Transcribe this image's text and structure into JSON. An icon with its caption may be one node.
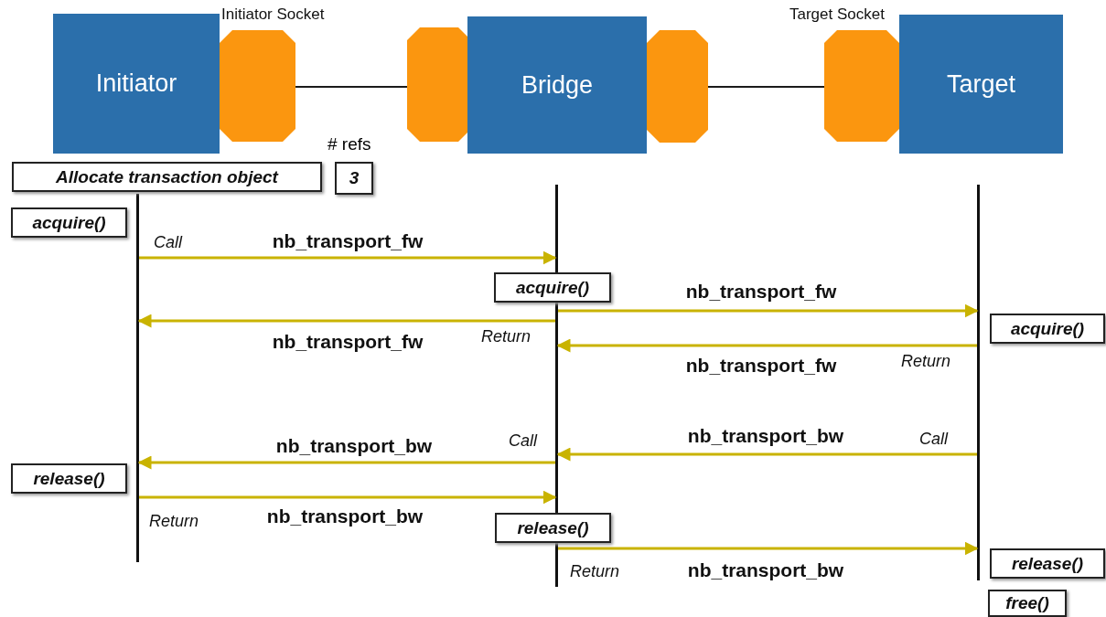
{
  "diagram": {
    "nodes": [
      {
        "text": [
          "Initiator"
        ]
      },
      {
        "text": [
          "Initiator Socket"
        ]
      },
      {
        "text": [],
        "shape": "octagon"
      },
      {
        "text": [
          "Bridge"
        ]
      },
      {
        "text": [],
        "shape": "octagon"
      },
      {
        "text": [
          "Target Socket"
        ]
      },
      {
        "text": [
          "Target"
        ]
      },
      {
        "text": [
          "Allocate transaction object"
        ]
      },
      {
        "text": [
          "3"
        ],
        "beside": [
          "# refs"
        ]
      },
      {
        "text": [],
        "shape": "bar"
      },
      {
        "text": [],
        "shape": "bar"
      },
      {
        "text": [],
        "shape": "bar"
      },
      {
        "text": [
          "acquire()"
        ]
      },
      {
        "text": [
          "acquire()"
        ]
      },
      {
        "text": [
          "acquire()"
        ]
      },
      {
        "text": [
          "release()"
        ]
      },
      {
        "text": [
          "release()"
        ]
      },
      {
        "text": [
          "release()"
        ]
      },
      {
        "text": [
          "free()"
        ]
      }
    ],
    "edges": [
      {
        "from": 1,
        "to": 2,
        "arrow": "none",
        "color": "#1a1a1a"
      },
      {
        "from": 4,
        "to": 5,
        "arrow": "none",
        "color": "#1a1a1a"
      },
      {
        "from": 9,
        "to": 10,
        "arrow": "to",
        "label": "nb_transport_fw"
      },
      {
        "from": 10,
        "to": 11,
        "arrow": "to",
        "label": "nb_transport_fw"
      },
      {
        "from": 10,
        "to": 9,
        "arrow": "to",
        "label": "nb_transport_fw"
      },
      {
        "from": 11,
        "to": 10,
        "arrow": "to",
        "label": "nb_transport_fw"
      },
      {
        "from": 11,
        "to": 10,
        "arrow": "to",
        "label": "nb_transport_bw"
      },
      {
        "from": 10,
        "to": 9,
        "arrow": "to",
        "label": "nb_transport_bw"
      },
      {
        "from": 9,
        "to": 10,
        "arrow": "to",
        "label": "nb_transport_bw"
      },
      {
        "from": 10,
        "to": 11,
        "arrow": "to",
        "label": "nb_transport_bw"
      }
    ],
    "labels": [
      "Call",
      "Return",
      "Return",
      "Call",
      "Call",
      "Return",
      "Return"
    ]
  }
}
